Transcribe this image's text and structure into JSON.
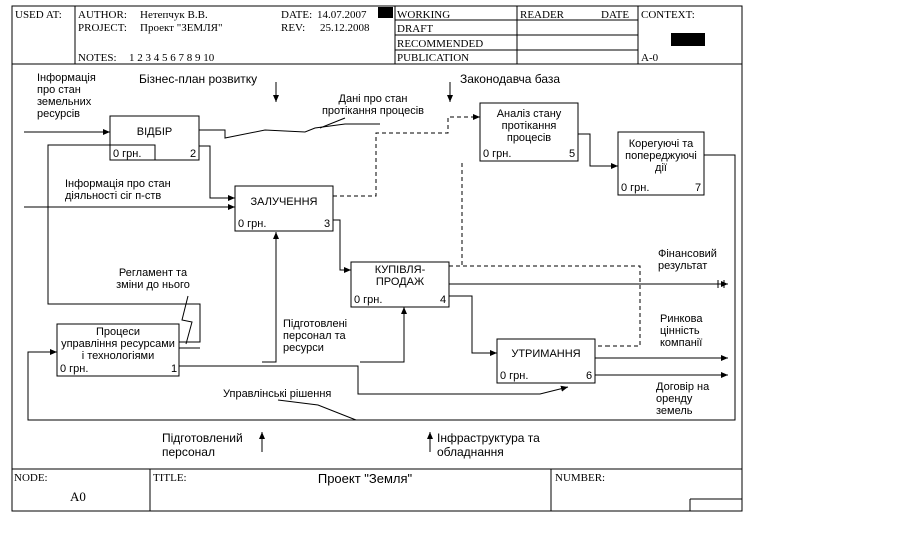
{
  "header": {
    "used_at_label": "USED AT:",
    "author_label": "AUTHOR:",
    "author": "Нетепчук В.В.",
    "project_label": "PROJECT:",
    "project": "Проект \"ЗЕМЛЯ\"",
    "date_label": "DATE:",
    "date": "14.07.2007",
    "rev_label": "REV:",
    "rev": "25.12.2008",
    "notes_label": "NOTES:",
    "notes": "1  2  3  4  5  6  7  8  9  10",
    "status_working": "WORKING",
    "status_draft": "DRAFT",
    "status_recommended": "RECOMMENDED",
    "status_publication": "PUBLICATION",
    "reader_label": "READER",
    "reader_date_label": "DATE",
    "context_label": "CONTEXT:",
    "context_node": "A-0"
  },
  "boxes": [
    {
      "label": "ВІДБІР",
      "cost": "0 грн.",
      "num": "2"
    },
    {
      "label": "ЗАЛУЧЕННЯ",
      "cost": "0 грн.",
      "num": "3"
    },
    {
      "label": "КУПІВЛЯ-\nПРОДАЖ",
      "cost": "0 грн.",
      "num": "4"
    },
    {
      "label": "Аналіз стану\nпротікання\nпроцесів",
      "cost": "0 грн.",
      "num": "5"
    },
    {
      "label": "УТРИМАННЯ",
      "cost": "0 грн.",
      "num": "6"
    },
    {
      "label": "Корегуючі та\nпопереджуючі\nдії",
      "cost": "0 грн.",
      "num": "7"
    },
    {
      "label": "Процеси\nуправління ресурсами\nі технологіями",
      "cost": "0 грн.",
      "num": "1"
    }
  ],
  "arrows": {
    "land_info": "Інформація\nпро стан\nземельних\nресурсів",
    "business_plan": "Бізнес-план розвитку",
    "legislation": "Законодавча база",
    "process_data": "Дані про стан\nпротікання процесів",
    "enterprise_info": "Інформація про стан\nдіяльності сіг п-ств",
    "regulations": "Регламент та\nзміни до нього",
    "trained_staff_resources": "Підготовлені\nперсонал та\nресурси",
    "financial_result": "Фінансовий\nрезультат",
    "market_value": "Ринкова\nцінність\nкомпанії",
    "lease_contract": "Договір на\nоренду\nземель",
    "management_decisions": "Управлінські рішення",
    "trained_staff": "Підготовлений\nперсонал",
    "infrastructure": "Інфраструктура та\nобладнання"
  },
  "footer": {
    "node_label": "NODE:",
    "node": "A0",
    "title_label": "TITLE:",
    "title": "Проект \"Земля\"",
    "number_label": "NUMBER:"
  }
}
